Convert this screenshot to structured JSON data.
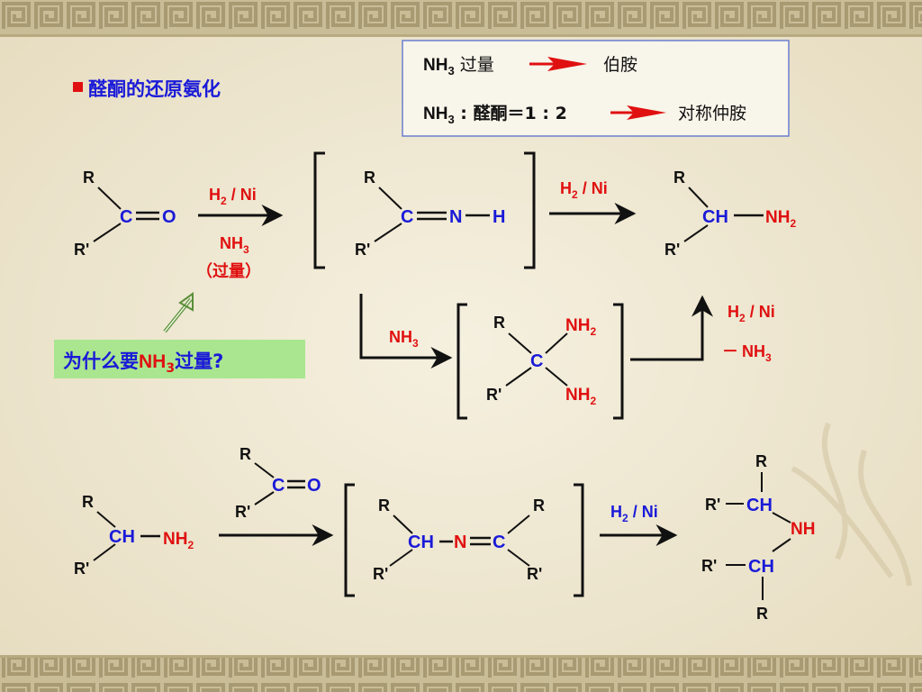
{
  "title": "醛酮的还原氨化",
  "legend": [
    {
      "left_main": "NH",
      "left_sub": "3",
      "left_tail": " 过量",
      "right": "伯胺"
    },
    {
      "left_main": "NH",
      "left_sub": "3",
      "left_tail": " : 醛酮＝1 : 2",
      "right": "对称仲胺"
    }
  ],
  "question": {
    "pre": "为什么要",
    "nh": "NH",
    "sub": "3",
    "post": "过量?"
  },
  "labels": {
    "R": "R",
    "Rp": "R'",
    "C": "C",
    "O": "O",
    "N": "N",
    "H": "H",
    "CH": "CH",
    "NH": "NH",
    "NH2": "NH",
    "two": "2",
    "three": "3",
    "H2": "H",
    "ni": " / Ni",
    "NH3": "NH",
    "guoliang": "（过量）",
    "minus": "－"
  },
  "colors": {
    "accent": "#e01010",
    "blue": "#1a1ad8",
    "bracket": "#111111",
    "question_bg": "#a9e68f",
    "legend_border": "#6a7fd0"
  }
}
